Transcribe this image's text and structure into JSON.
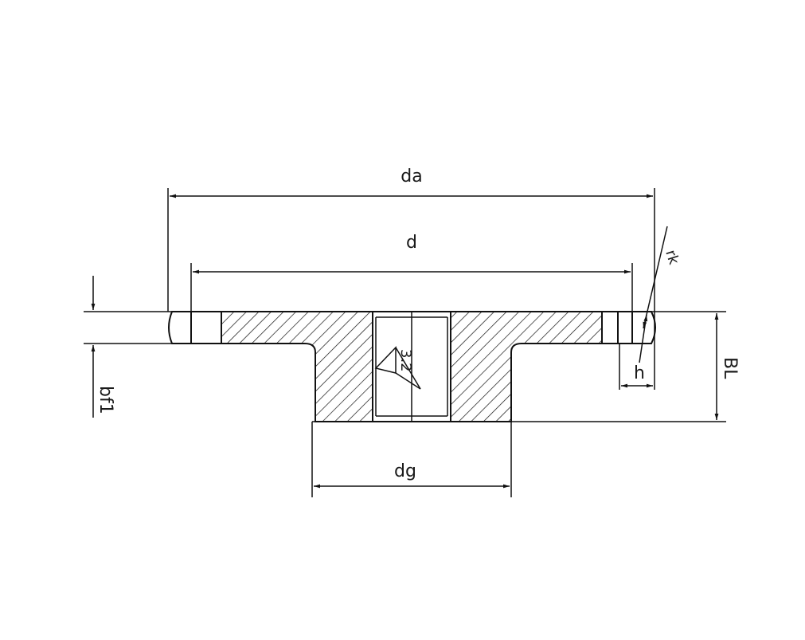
{
  "labels": {
    "da": "da",
    "d": "d",
    "rk": "rk",
    "h": "h",
    "bl": "BL",
    "bf1": "bf1",
    "dg": "dg",
    "surface_finish": "3.2"
  },
  "colors": {
    "line": "#111111",
    "background": "#ffffff"
  }
}
